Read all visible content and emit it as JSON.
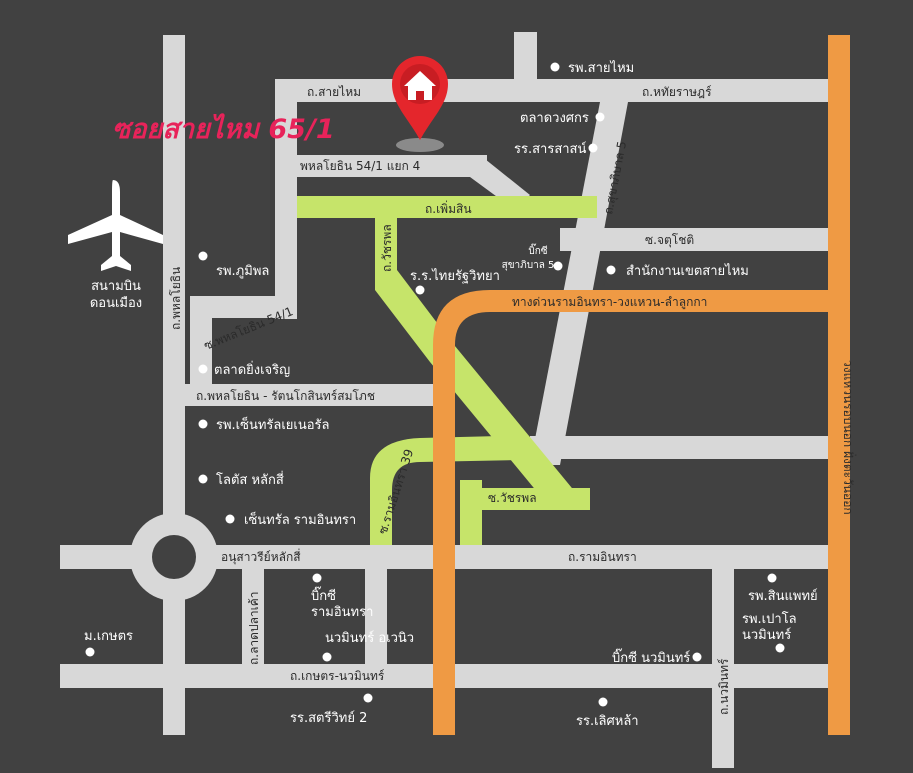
{
  "title": "ซอยสายไหม 65/1",
  "colors": {
    "background": "#414141",
    "road": "#d8d8d8",
    "highlight_road": "#c6e46a",
    "expressway": "#ef9a44",
    "title": "#e8235a",
    "pin": "#e4262c"
  },
  "icons": {
    "airport": "airplane-icon",
    "destination": "house-pin-icon",
    "poi": "dot-icon"
  },
  "airport_label": [
    "สนามบิน",
    "ดอนเมือง"
  ],
  "roads": {
    "sai_mai": "ถ.สายไหม",
    "hathairat": "ถ.หทัยราษฎร์",
    "phahon_54_1_yaek4": "พหลโยธิน 54/1 แยก 4",
    "phoem_sin": "ถ.เพิ่มสิน",
    "sukhaphiban5": "ถ.สุขาภิบาล 5",
    "chatuchot": "ซ.จตุโชติ",
    "watcharaphon_road": "ถ.วัชรพล",
    "phahon_54_1": "ซ.พหลโยธิน 54/1",
    "phahonyothin": "ถ.พหลโยธิน",
    "phahon_rattanakosin": "ถ.พหลโยธิน - รัตนโกสินทร์สมโภช",
    "expressway": "ทางด่วนรามอินทรา-วงแหวน-ลำลูกกา",
    "outer_ring": "วงแหวนรอบนอก ฝั่งตะวันออก",
    "ram_inthra_39": "ซ.รามอินทรา 39",
    "watcharaphon_soi": "ซ.วัชรพล",
    "ram_inthra": "ถ.รามอินทรา",
    "lak_si_monument": "อนุสาวรีย์หลักสี่",
    "lat_pla_khao": "ถ.ลาดปลาเค้า",
    "kaset_nawamin": "ถ.เกษตร-นวมินทร์",
    "nawamin": "ถ.นวมินทร์"
  },
  "places": {
    "sai_mai_hospital": "รพ.สายไหม",
    "market": "ตลาดวงศกร",
    "sarasat_school": "รร.สารสาสน์",
    "bigc_sukhaphiban5": [
      "บิ๊กซี",
      "สุขาภิบาล 5"
    ],
    "district_office": "สำนักงานเขตสายไหม",
    "phumiphon_hospital": "รพ.ภูมิพล",
    "thairat_school": "ร.ร.ไทยรัฐวิทยา",
    "yingcharoen_market": "ตลาดยิ่งเจริญ",
    "central_general_hospital": "รพ.เซ็นทรัลเยเนอรัล",
    "lotus_lak_si": "โลตัส หลักสี่",
    "central_ramindra": "เซ็นทรัล รามอินทรา",
    "bigc_ramindra": [
      "บิ๊กซี",
      "รามอินทรา"
    ],
    "nawamin_avenue": "นวมินทร์ อเวนิว",
    "sinphaet_hospital": "รพ.สินแพทย์",
    "paolo_nawamin": [
      "รพ.เปาโล",
      "นวมินทร์"
    ],
    "kaset": "ม.เกษตร",
    "bigc_nawamin": "บิ๊กซี นวมินทร์",
    "satriwit2": "รร.สตรีวิทย์ 2",
    "loetla": "รร.เลิศหล้า"
  }
}
